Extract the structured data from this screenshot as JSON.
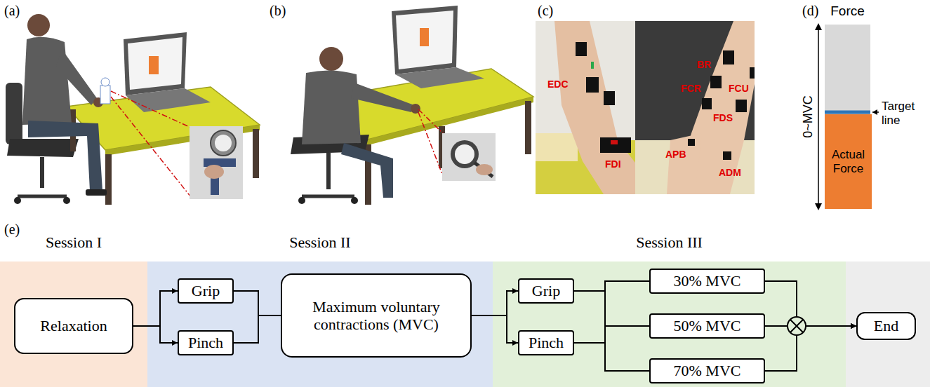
{
  "diagram": {
    "nodes": [
      {
        "text": [
          "Force"
        ]
      },
      {
        "text": [
          "Actual Force"
        ],
        "in": 0
      },
      {
        "text": [
          "Session I"
        ]
      },
      {
        "text": [
          "Relaxation"
        ],
        "in": 2
      },
      {
        "text": [
          "Session II"
        ]
      },
      {
        "text": [
          "Grip"
        ],
        "in": 4
      },
      {
        "text": [
          "Pinch"
        ],
        "in": 4
      },
      {
        "text": [
          "Maximum voluntary contractions (MVC)"
        ],
        "in": 4
      },
      {
        "text": [
          "Session III"
        ]
      },
      {
        "text": [
          "Grip"
        ],
        "in": 8
      },
      {
        "text": [
          "Pinch"
        ],
        "in": 8
      },
      {
        "text": [
          "30% MVC"
        ],
        "in": 8
      },
      {
        "text": [
          "50% MVC"
        ],
        "in": 8
      },
      {
        "text": [
          "70% MVC"
        ],
        "in": 8
      },
      {
        "text": [
          "End"
        ]
      }
    ],
    "edges": [
      {
        "from": 3,
        "to": 5,
        "arrow": "to"
      },
      {
        "from": 3,
        "to": 6,
        "arrow": "to"
      },
      {
        "from": 5,
        "to": 7,
        "arrow": "none"
      },
      {
        "from": 6,
        "to": 7,
        "arrow": "none"
      },
      {
        "from": 7,
        "to": 9,
        "arrow": "to"
      },
      {
        "from": 7,
        "to": 10,
        "arrow": "to"
      },
      {
        "from": 9,
        "to": 11,
        "arrow": "none"
      },
      {
        "from": 9,
        "to": 12,
        "arrow": "none"
      },
      {
        "from": 9,
        "to": 13,
        "arrow": "none"
      },
      {
        "from": 10,
        "to": 11,
        "arrow": "none"
      },
      {
        "from": 10,
        "to": 12,
        "arrow": "none"
      },
      {
        "from": 10,
        "to": 13,
        "arrow": "none"
      },
      {
        "from": 11,
        "to": 14,
        "arrow": "to"
      },
      {
        "from": 12,
        "to": 14,
        "arrow": "to"
      },
      {
        "from": 13,
        "to": 14,
        "arrow": "to"
      }
    ],
    "labels": [
      "(a)",
      "(b)",
      "(c)",
      "(d)",
      "(e)",
      "EDC",
      "BR",
      "FCR",
      "FCU",
      "FDS",
      "APB",
      "ADM",
      "FDI",
      "0~MVC",
      "Target line"
    ]
  }
}
